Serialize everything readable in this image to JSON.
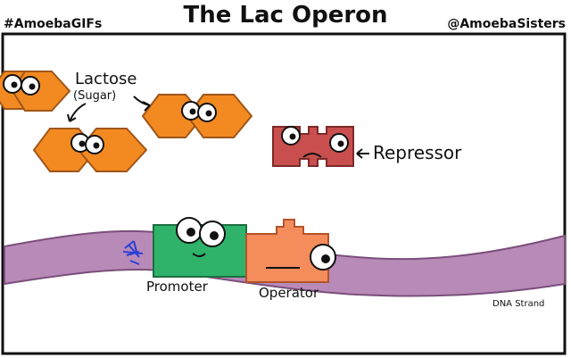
{
  "header": {
    "left_tag": "#AmoebaGIFs",
    "title": "The Lac Operon",
    "right_tag": "@AmoebaSisters"
  },
  "labels": {
    "lactose": "Lactose",
    "sugar": "(Sugar)",
    "repressor": "Repressor",
    "promoter": "Promoter",
    "operator": "Operator",
    "dna_strand": "DNA Strand"
  },
  "colors": {
    "lactose": "#f28a21",
    "repressor": "#c94f4f",
    "promoter": "#2fb36a",
    "operator": "#f58c5c",
    "dna": "#b88ab8",
    "rna_polymerase_hint": "#2a3fd8"
  }
}
